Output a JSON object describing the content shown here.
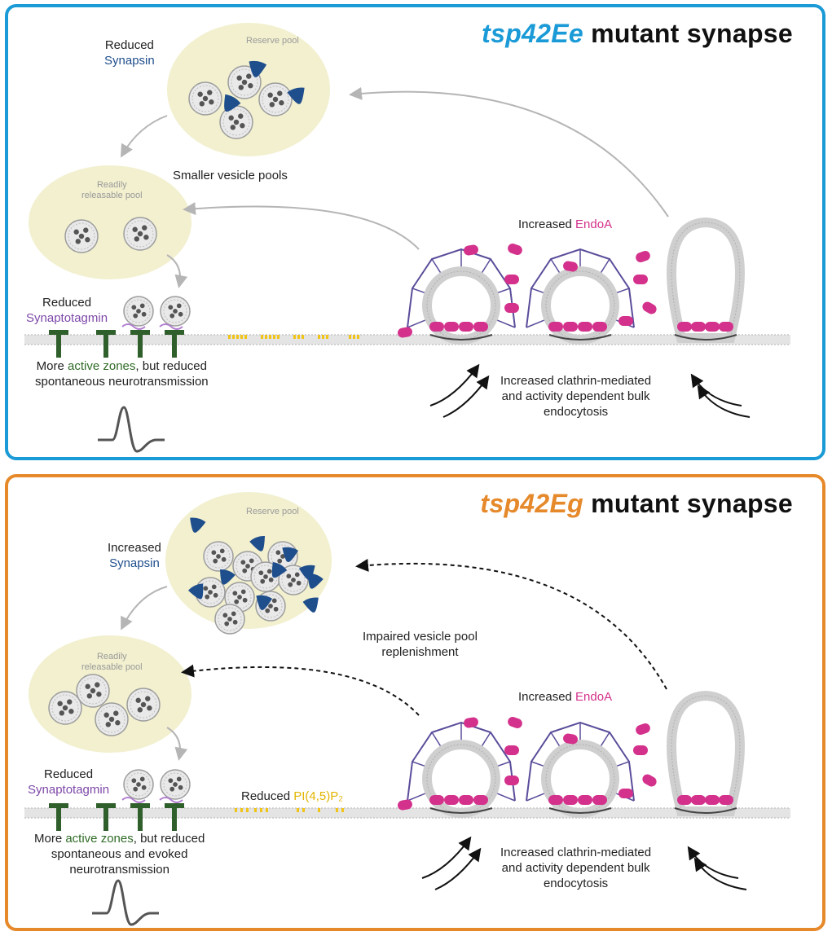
{
  "panels": [
    {
      "title_gene": "tsp42Ee",
      "title_rest": " mutant synapse",
      "accent": "#1a9ad6",
      "reserve_pool_label": "Reserve pool",
      "rrp_label_line1": "Readily",
      "rrp_label_line2": "releasable pool",
      "synapsin_line1": "Reduced",
      "synapsin_line2": "Synapsin",
      "pool_note": "Smaller vesicle pools",
      "synaptotagmin_line1": "Reduced",
      "synaptotagmin_line2": "Synaptotagmin",
      "active_zones_pre": "More ",
      "active_zones_word": "active zones",
      "active_zones_post": ", but reduced",
      "neuro_line2": "spontaneous neurotransmission",
      "neuro_line3": "",
      "endoa_pre": "Increased ",
      "endoa_word": "EndoA",
      "endocytosis_line1": "Increased clathrin-mediated",
      "endocytosis_line2": "and activity dependent bulk",
      "endocytosis_line3": "endocytosis",
      "replenishment_line1": "",
      "replenishment_line2": "",
      "pip2_pre": "",
      "pip2_word": ""
    },
    {
      "title_gene": "tsp42Eg",
      "title_rest": " mutant synapse",
      "accent": "#e6892a",
      "reserve_pool_label": "Reserve pool",
      "rrp_label_line1": "Readily",
      "rrp_label_line2": "releasable pool",
      "synapsin_line1": "Increased",
      "synapsin_line2": "Synapsin",
      "pool_note": "",
      "synaptotagmin_line1": "Reduced",
      "synaptotagmin_line2": "Synaptotagmin",
      "active_zones_pre": "More ",
      "active_zones_word": "active zones",
      "active_zones_post": ", but reduced",
      "neuro_line2": "spontaneous and evoked",
      "neuro_line3": "neurotransmission",
      "endoa_pre": "Increased ",
      "endoa_word": "EndoA",
      "endocytosis_line1": "Increased clathrin-mediated",
      "endocytosis_line2": "and activity dependent bulk",
      "endocytosis_line3": "endocytosis",
      "replenishment_line1": "Impaired vesicle pool",
      "replenishment_line2": "replenishment",
      "pip2_pre": "Reduced ",
      "pip2_word": "PI(4,5)P₂"
    }
  ],
  "colors": {
    "pool_fill": "#f2f0cf",
    "synapsin": "#1f4e8c",
    "endoa": "#d3318b",
    "clathrin": "#5b4c9a",
    "active_zone": "#2f5f2a",
    "pip2": "#f0c419",
    "synaptotagmin": "#b27fd0"
  }
}
